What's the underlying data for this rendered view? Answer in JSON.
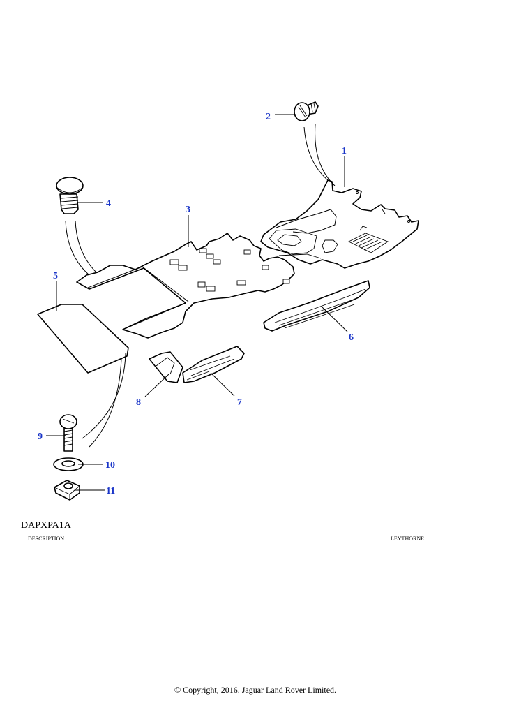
{
  "callouts": {
    "c1": "1",
    "c2": "2",
    "c3": "3",
    "c4": "4",
    "c5": "5",
    "c6": "6",
    "c7": "7",
    "c8": "8",
    "c9": "9",
    "c10": "10",
    "c11": "11"
  },
  "callout_color": "#1a35c8",
  "reference": {
    "code": "DAPXPA1A",
    "description": "DESCRIPTION",
    "location": "LEYTHORNE"
  },
  "copyright": "© Copyright, 2016. Jaguar Land Rover Limited."
}
